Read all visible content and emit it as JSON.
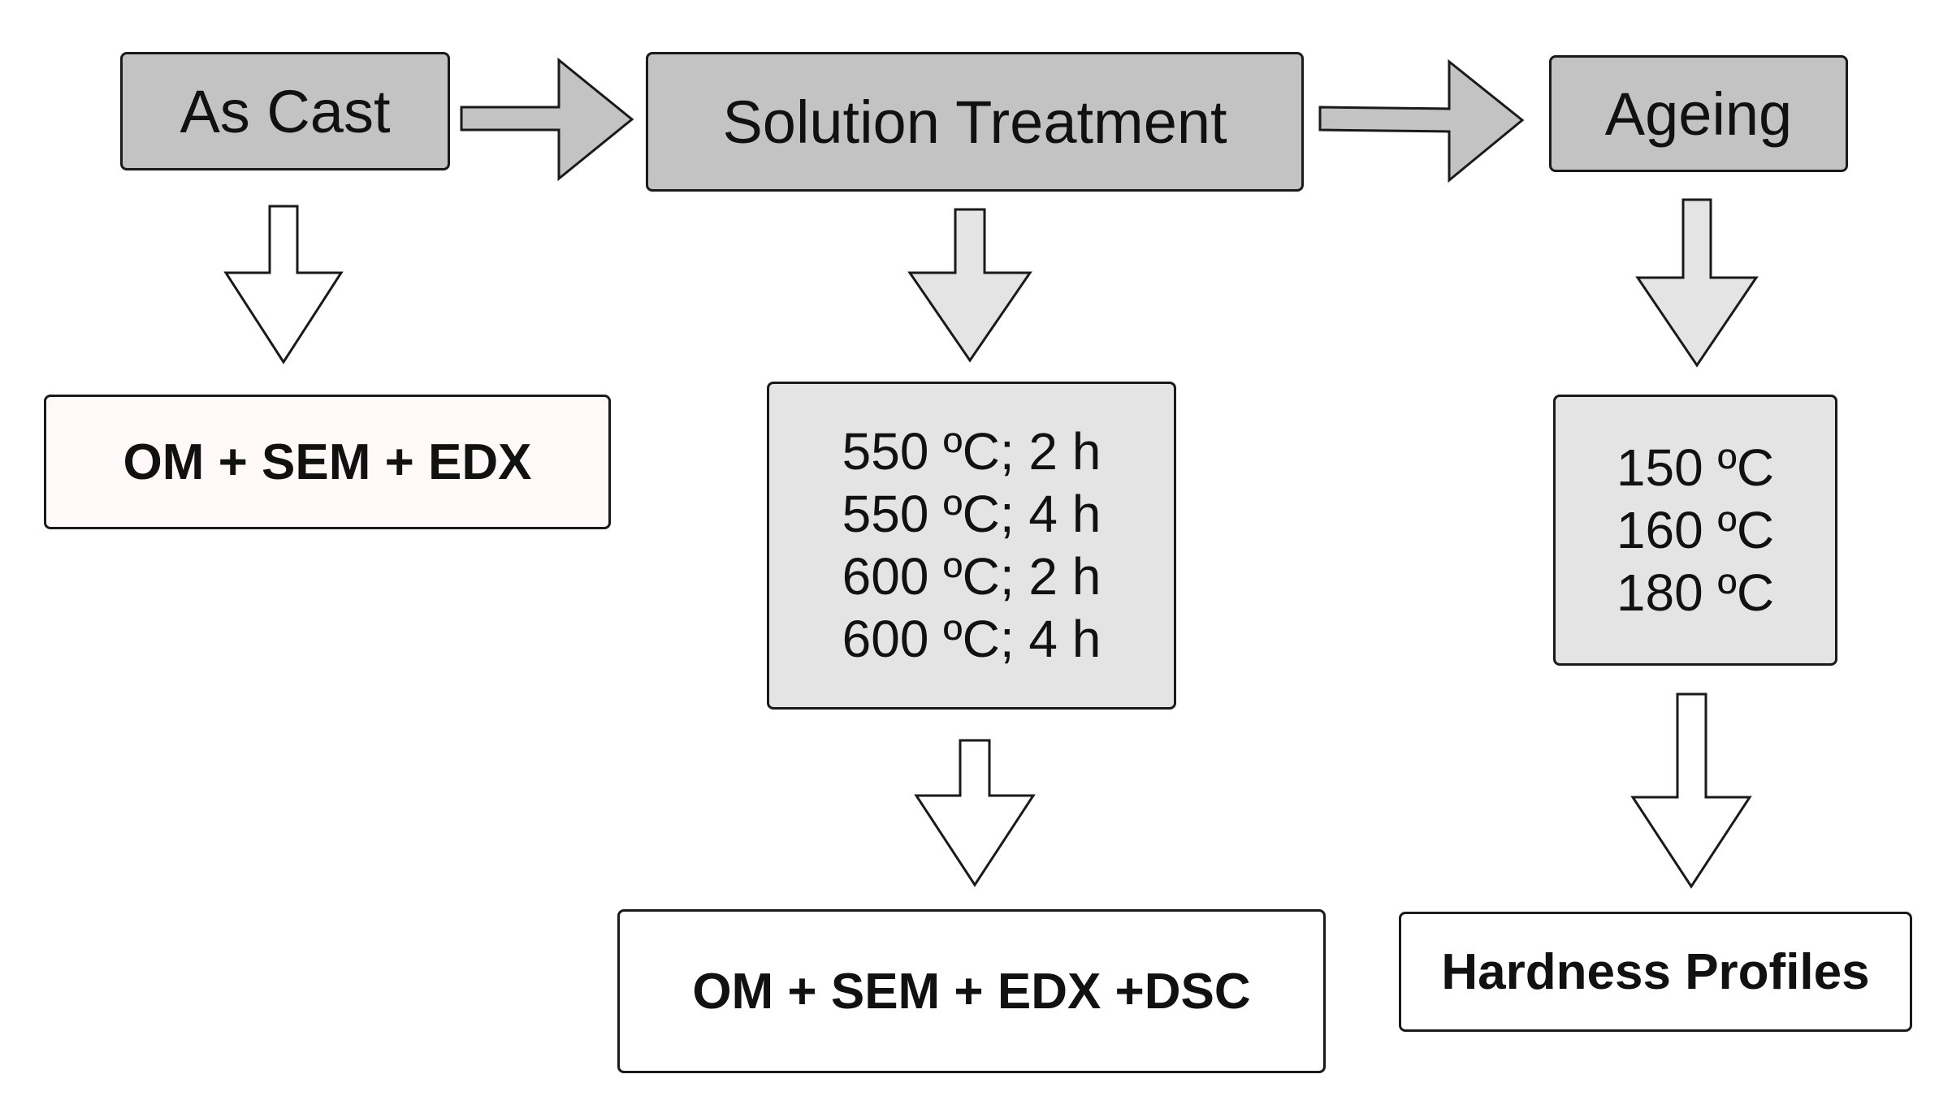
{
  "stages": {
    "as_cast": "As Cast",
    "solution_treatment": "Solution Treatment",
    "ageing": "Ageing"
  },
  "solution_conditions": [
    "550 ºC; 2 h",
    "550 ºC; 4 h",
    "600 ºC; 2 h",
    "600 ºC; 4 h"
  ],
  "ageing_conditions": [
    "150 ºC",
    "160 ºC",
    "180 ºC"
  ],
  "analyses": {
    "as_cast": "OM + SEM + EDX",
    "solution_treatment": "OM + SEM + EDX +DSC",
    "ageing": "Hardness Profiles"
  },
  "colors": {
    "stage_fill": "#c3c3c3",
    "condition_fill": "#e4e4e4",
    "outline": "#1a1a1a"
  }
}
